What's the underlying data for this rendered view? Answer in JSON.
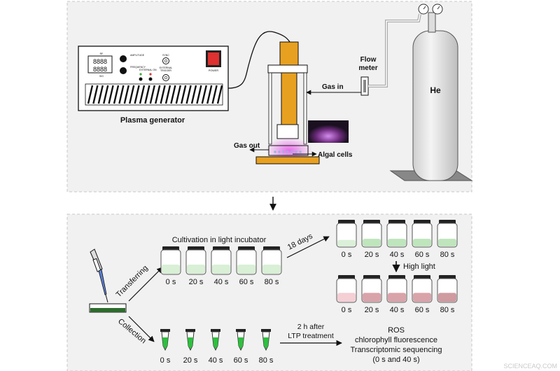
{
  "top_panel": {
    "plasma_generator_label": "Plasma generator",
    "panel_labels": {
      "rf": "RF",
      "amplitude": "AMPLITUDE",
      "frequency": "FREQUENCY",
      "sig": "SIG",
      "external_on": "EXTERNAL ON",
      "sync": "SYNC",
      "external_trigger": "EXTERNAL\nTRIGGER",
      "power": "POWER"
    },
    "display_digits": [
      "8888",
      "8888"
    ],
    "flow_meter_label": [
      "Flow",
      "meter"
    ],
    "gas_in_label": "Gas in",
    "gas_out_label": "Gas out",
    "algal_cells_label": "Algal cells",
    "he_label": "He"
  },
  "bottom_panel": {
    "transferring_label": "Transferring",
    "collection_label": "Collection",
    "cultivation_label": "Cultivation in light incubator",
    "days_label": "18 days",
    "high_light_label": "High light",
    "ltp_label": [
      "2 h after",
      "LTP treatment"
    ],
    "results_labels": [
      "ROS",
      "chlorophyll fluorescence",
      "Transcriptomic sequencing",
      "(0 s and 40 s)"
    ],
    "time_labels": [
      "0 s",
      "20 s",
      "40 s",
      "60 s",
      "80 s"
    ],
    "colors": {
      "light_green_fill": "#d9efd6",
      "green_fill": [
        "#dbf0d8",
        "#bfe5bd",
        "#bfe5bd",
        "#bfe5bd",
        "#bfe5bd"
      ],
      "pink_fill": [
        "#f4cfd4",
        "#d9a3aa",
        "#d9a3aa",
        "#d9a3aa",
        "#cf9aa0"
      ],
      "tube_green": "#2fbf3f"
    }
  },
  "watermark": "SCIENCEAQ.COM"
}
